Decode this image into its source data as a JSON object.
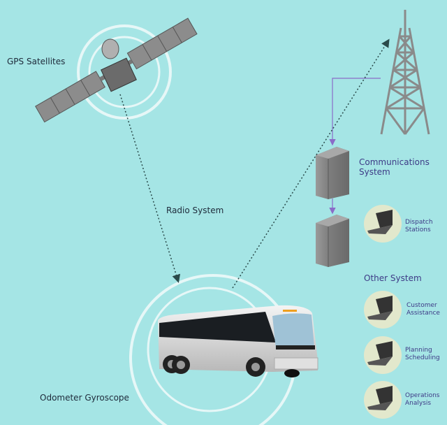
{
  "labels": {
    "gps": "GPS Satellites",
    "radio": "Radio System",
    "communications_line1": "Communications",
    "communications_line2": "System",
    "odometer": "Odometer Gyroscope",
    "other_system": "Other System"
  },
  "stations": [
    {
      "line1": "Dispatch",
      "line2": "Stations"
    },
    {
      "line1": "Customer",
      "line2": "Assistance"
    },
    {
      "line1": "Planning",
      "line2": "Scheduling"
    },
    {
      "line1": "Operations",
      "line2": "Analysis"
    }
  ],
  "colors": {
    "background": "#a5e5e5",
    "text": "#3d3a86",
    "connector": "#8a6cc8",
    "dotted_link": "#2a4a4a",
    "rings": "#e6f7f7"
  }
}
